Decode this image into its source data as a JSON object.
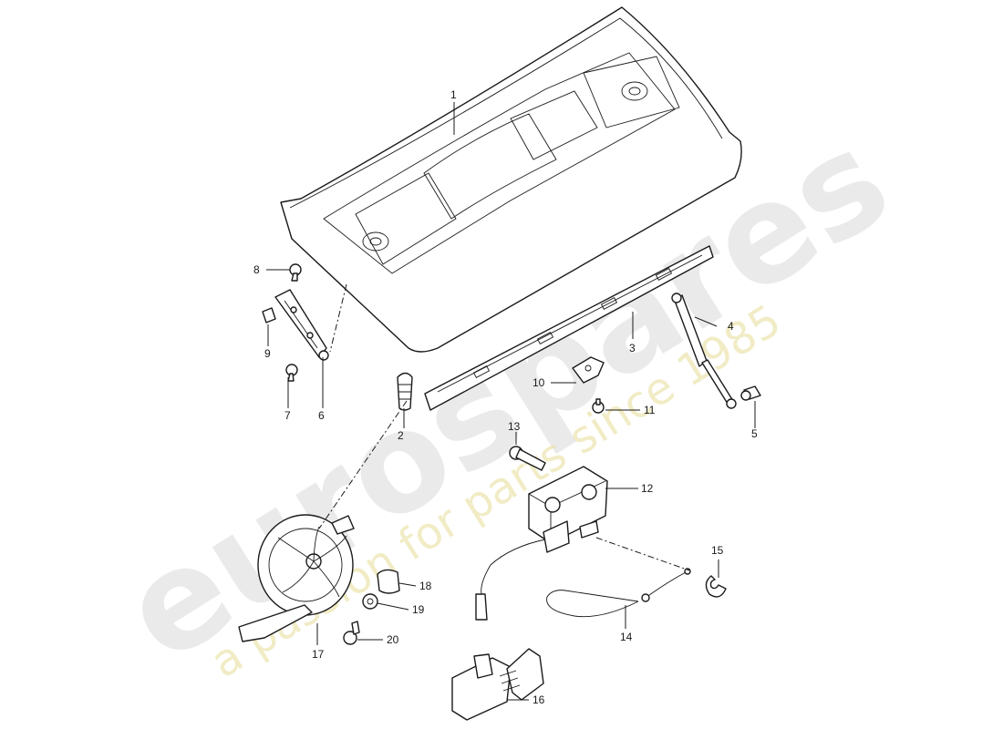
{
  "diagram": {
    "callouts": [
      "1",
      "2",
      "3",
      "4",
      "5",
      "6",
      "7",
      "8",
      "9",
      "10",
      "11",
      "12",
      "13",
      "14",
      "15",
      "16",
      "17",
      "18",
      "19",
      "20"
    ]
  },
  "watermark": {
    "logo_text": "eurospares",
    "tagline": "a passion for parts since 1985",
    "logo_color": "#d9d9d9",
    "tagline_color": "#e8e0a0"
  }
}
